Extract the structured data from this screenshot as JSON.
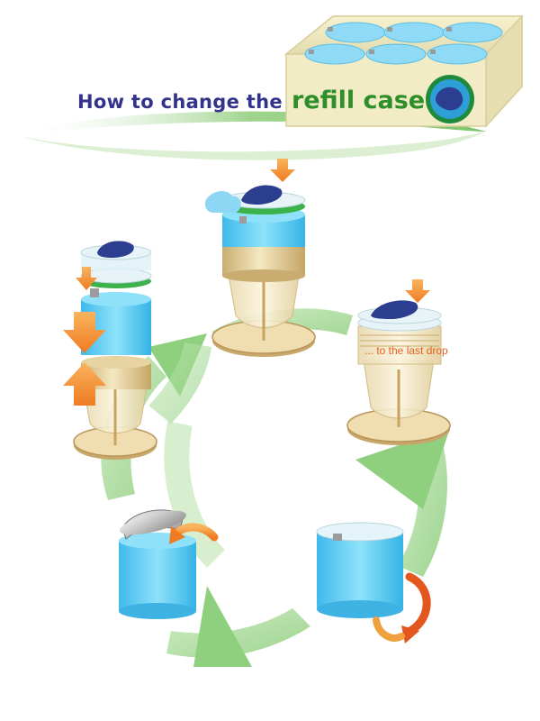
{
  "title": {
    "prefix": "How to change the",
    "highlight": "refill case"
  },
  "annotation": {
    "last_drop": "... to the last drop"
  },
  "colors": {
    "title_blue": "#34338c",
    "title_green": "#2e8e2a",
    "annotation_orange": "#e3601f",
    "water_blue": "#4cc6f0",
    "cycle_green": "#a8d89a",
    "ink_navy": "#2c3e8f",
    "push_orange": "#f2913a"
  },
  "icons": [
    "refill-tray-icon",
    "cycle-arrow-icon",
    "push-down-arrow-icon",
    "rotate-arrow-icon",
    "lid-icon",
    "ink-disc-icon"
  ]
}
